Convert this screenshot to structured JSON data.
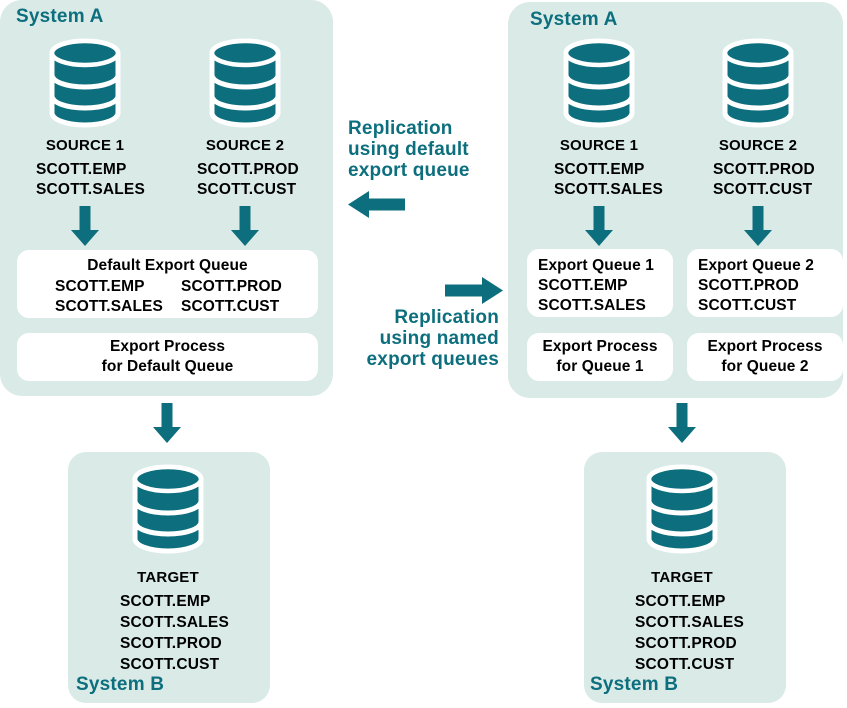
{
  "colors": {
    "teal": "#0d6f7e",
    "panel_bg": "#d9eae7",
    "box_bg": "#ffffff",
    "text": "#000000",
    "page_bg": "#ffffff"
  },
  "icons": {
    "database": "database-cylinder",
    "arrow_down": "solid-down-arrow",
    "arrow_left": "solid-left-arrow",
    "arrow_right": "solid-right-arrow"
  },
  "left_a": {
    "title": "System A",
    "sources": [
      {
        "label": "SOURCE 1",
        "tables": [
          "SCOTT.EMP",
          "SCOTT.SALES"
        ]
      },
      {
        "label": "SOURCE 2",
        "tables": [
          "SCOTT.PROD",
          "SCOTT.CUST"
        ]
      }
    ],
    "queue": {
      "title": "Default Export Queue",
      "col1": [
        "SCOTT.EMP",
        "SCOTT.SALES"
      ],
      "col2": [
        "SCOTT.PROD",
        "SCOTT.CUST"
      ]
    },
    "process": [
      "Export Process",
      "for Default Queue"
    ]
  },
  "right_a": {
    "title": "System A",
    "sources": [
      {
        "label": "SOURCE 1",
        "tables": [
          "SCOTT.EMP",
          "SCOTT.SALES"
        ]
      },
      {
        "label": "SOURCE 2",
        "tables": [
          "SCOTT.PROD",
          "SCOTT.CUST"
        ]
      }
    ],
    "queues": [
      {
        "title": "Export Queue 1",
        "tables": [
          "SCOTT.EMP",
          "SCOTT.SALES"
        ]
      },
      {
        "title": "Export Queue 2",
        "tables": [
          "SCOTT.PROD",
          "SCOTT.CUST"
        ]
      }
    ],
    "processes": [
      [
        "Export Process",
        "for Queue 1"
      ],
      [
        "Export Process",
        "for Queue 2"
      ]
    ]
  },
  "center": {
    "default_label": [
      "Replication",
      "using default",
      "export queue"
    ],
    "named_label": [
      "Replication",
      "using named",
      "export queues"
    ]
  },
  "left_b": {
    "title": "System B",
    "db_label": "TARGET",
    "tables": [
      "SCOTT.EMP",
      "SCOTT.SALES",
      "SCOTT.PROD",
      "SCOTT.CUST"
    ]
  },
  "right_b": {
    "title": "System B",
    "db_label": "TARGET",
    "tables": [
      "SCOTT.EMP",
      "SCOTT.SALES",
      "SCOTT.PROD",
      "SCOTT.CUST"
    ]
  }
}
